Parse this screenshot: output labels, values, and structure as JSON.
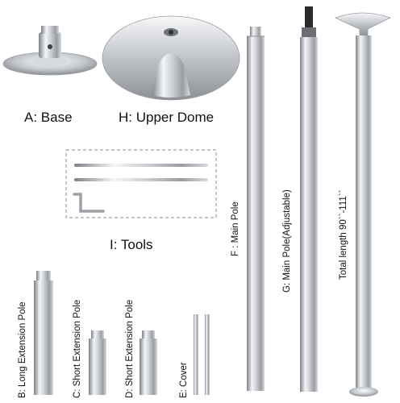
{
  "labels": {
    "base": "A: Base",
    "upper_dome": "H: Upper Dome",
    "tools": "I: Tools",
    "main_pole": "F :  Main Pole",
    "main_pole_adjustable": "G: Main Pole(Adjustable)",
    "total_length": "Total length 90``-111``",
    "long_extension": "B: Long Extension Pole",
    "short_extension_c": "C: Short Extension Pole",
    "short_extension_d": "D: Short Extension Pole",
    "cover": "E: Cover"
  },
  "colors": {
    "chrome_dark": "#8a8e93",
    "chrome_light": "#f2f4f6",
    "chrome_mid": "#c3c7cc",
    "dashed_border": "#8a8a8a",
    "text": "#111111"
  }
}
